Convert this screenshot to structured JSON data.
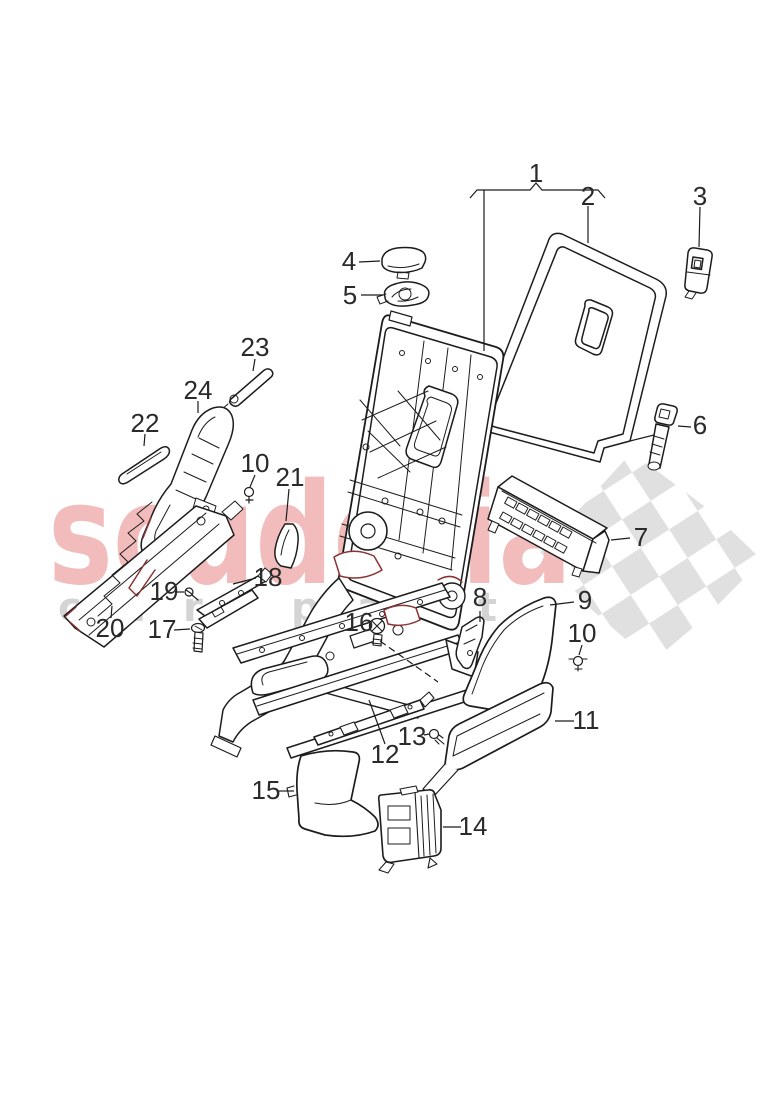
{
  "watermark": {
    "brand": "scuderia",
    "tagline": "car parts",
    "brand_color": "#f2bcbc",
    "tagline_color": "#d4d4d4"
  },
  "flag": {
    "color": "#e0e0e0"
  },
  "drawing": {
    "line_color": "#1c1c1c",
    "accent_color": "#8a3434",
    "label_color": "#2a2a2a"
  },
  "callouts": [
    {
      "label": "1"
    },
    {
      "label": "2"
    },
    {
      "label": "3"
    },
    {
      "label": "4"
    },
    {
      "label": "5"
    },
    {
      "label": "6"
    },
    {
      "label": "7"
    },
    {
      "label": "8"
    },
    {
      "label": "9"
    },
    {
      "label": "10"
    },
    {
      "label": "10"
    },
    {
      "label": "11"
    },
    {
      "label": "12"
    },
    {
      "label": "13"
    },
    {
      "label": "14"
    },
    {
      "label": "15"
    },
    {
      "label": "16"
    },
    {
      "label": "17"
    },
    {
      "label": "18"
    },
    {
      "label": "19"
    },
    {
      "label": "20"
    },
    {
      "label": "21"
    },
    {
      "label": "22"
    },
    {
      "label": "23"
    },
    {
      "label": "24"
    }
  ]
}
